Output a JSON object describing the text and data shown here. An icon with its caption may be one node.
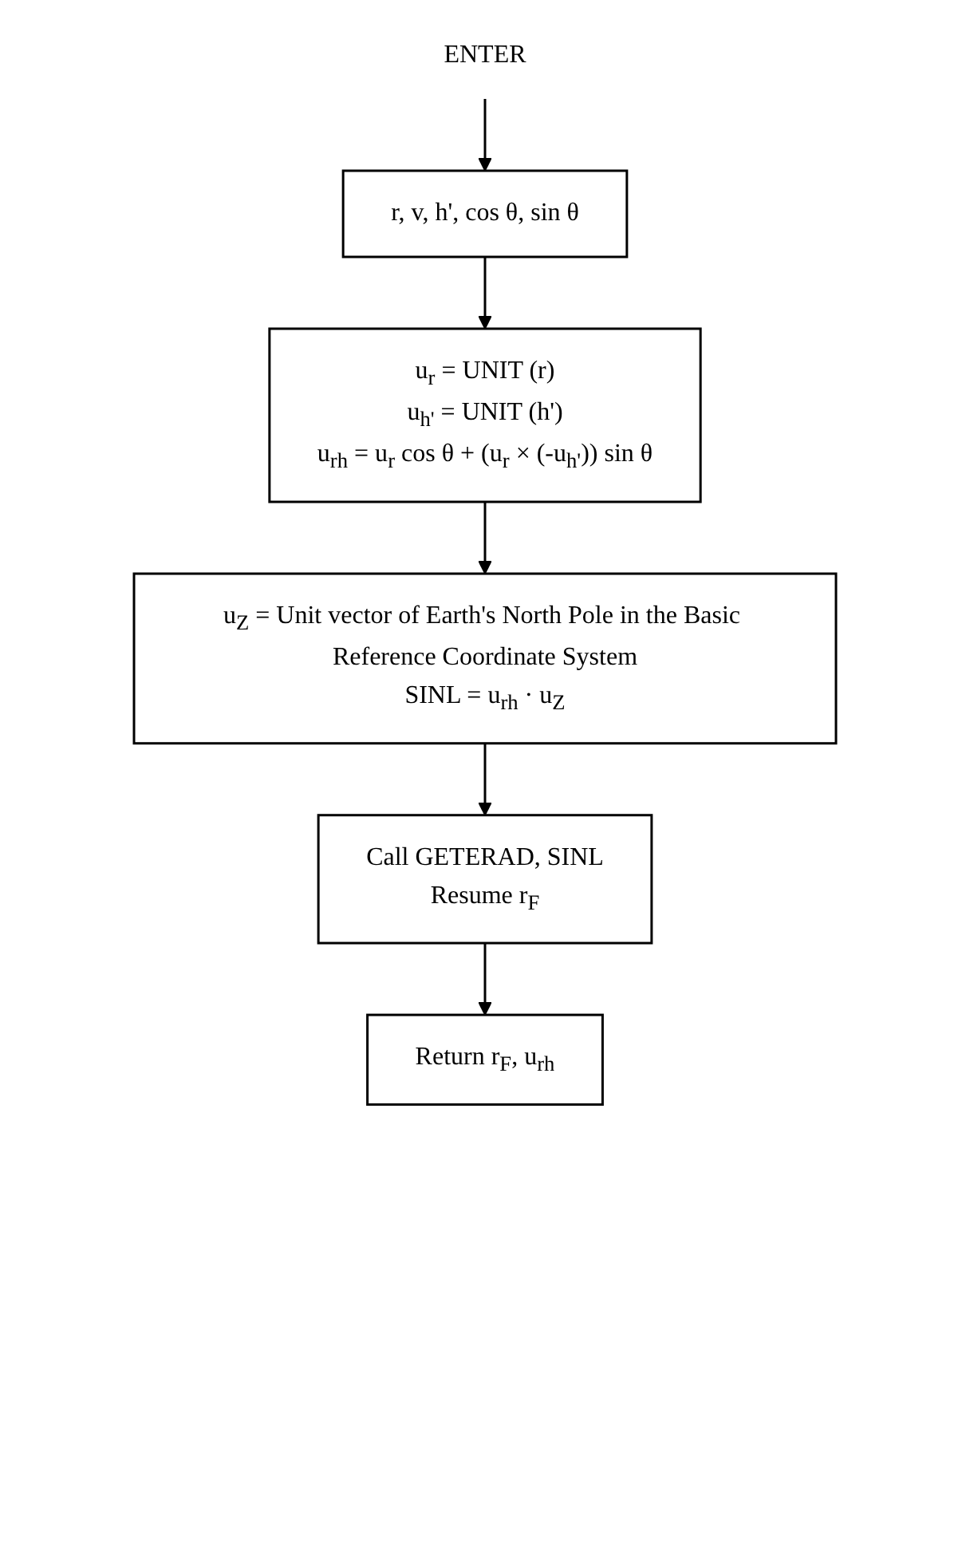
{
  "diagram": {
    "nodes": [
      {
        "text": [
          "ENTER"
        ]
      },
      {
        "text": [
          "r, v, h', cos θ, sin θ"
        ]
      },
      {
        "text": [
          "u$_{r}$ = UNIT (r)",
          "u$_{h'}$ = UNIT (h')",
          "u$_{rh}$ = u$_{r}$ cos θ + (u$_{r}$ × (-u$_{h'}$)) sin θ"
        ]
      },
      {
        "text": [
          "u$_{Z}$ = Unit vector of Earth's North Pole in the Basic Reference Coordinate System",
          "SINL = u$_{rh}$ · u$_{Z}$"
        ]
      },
      {
        "text": [
          "Call GETERAD, SINL",
          "Resume r$_{F}$"
        ]
      },
      {
        "text": [
          "Return r$_{F}$, u$_{rh}$"
        ]
      }
    ],
    "edges": [
      {
        "from": 0,
        "to": 1,
        "arrow": "to"
      },
      {
        "from": 1,
        "to": 2,
        "arrow": "to"
      },
      {
        "from": 2,
        "to": 3,
        "arrow": "to"
      },
      {
        "from": 3,
        "to": 4,
        "arrow": "to"
      },
      {
        "from": 4,
        "to": 5,
        "arrow": "to"
      }
    ]
  }
}
